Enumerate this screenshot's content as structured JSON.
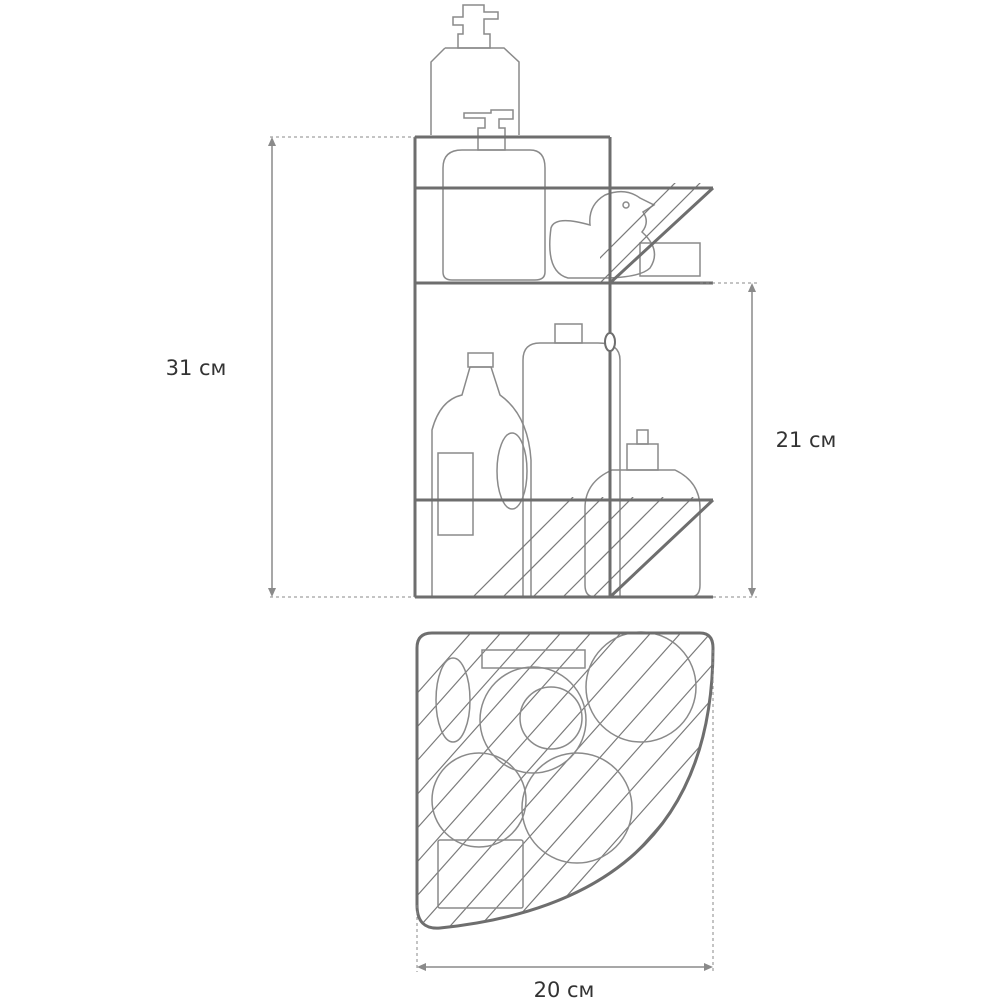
{
  "dimensions": {
    "total_height_label": "31 см",
    "lower_height_label": "21 см",
    "width_label": "20 см"
  },
  "colors": {
    "frame": "#6e6e6e",
    "outline": "#8a8a8a",
    "text": "#333333",
    "background": "#ffffff"
  }
}
